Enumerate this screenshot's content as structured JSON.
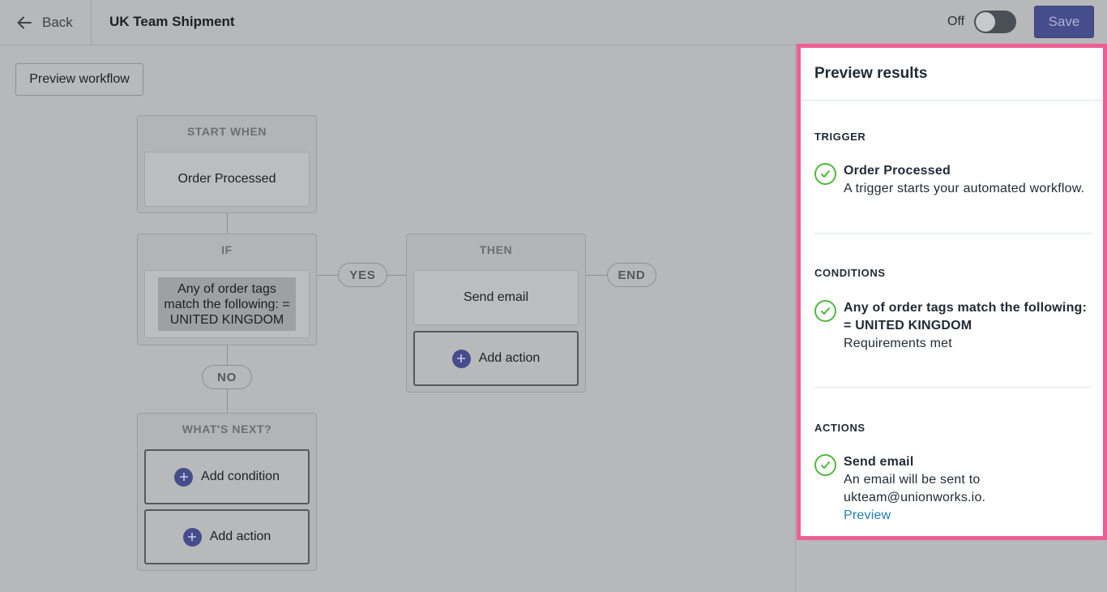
{
  "header": {
    "back_label": "Back",
    "title": "UK Team Shipment",
    "toggle_label": "Off",
    "save_label": "Save"
  },
  "canvas": {
    "preview_button": "Preview workflow",
    "start_card": {
      "header": "START WHEN",
      "trigger": "Order Processed"
    },
    "if_card": {
      "header": "IF",
      "condition": "Any of order tags match the following: = UNITED KINGDOM"
    },
    "then_card": {
      "header": "THEN",
      "action": "Send email",
      "add_action": "Add action"
    },
    "next_card": {
      "header": "WHAT'S NEXT?",
      "add_condition": "Add condition",
      "add_action": "Add action"
    },
    "yes_label": "YES",
    "no_label": "NO",
    "end_label": "END"
  },
  "panel": {
    "title": "Preview results",
    "trigger": {
      "label": "TRIGGER",
      "title": "Order Processed",
      "description": "A trigger starts your automated workflow."
    },
    "conditions": {
      "label": "CONDITIONS",
      "title": "Any of order tags match the following: = UNITED KINGDOM",
      "description": "Requirements met"
    },
    "actions": {
      "label": "ACTIONS",
      "title": "Send email",
      "description": "An email will be sent to ukteam@unionworks.io.",
      "link": "Preview"
    }
  },
  "colors": {
    "accent": "#464d8c",
    "highlight_border": "#ec5f94",
    "success": "#50b83c",
    "link": "#207eb0"
  }
}
